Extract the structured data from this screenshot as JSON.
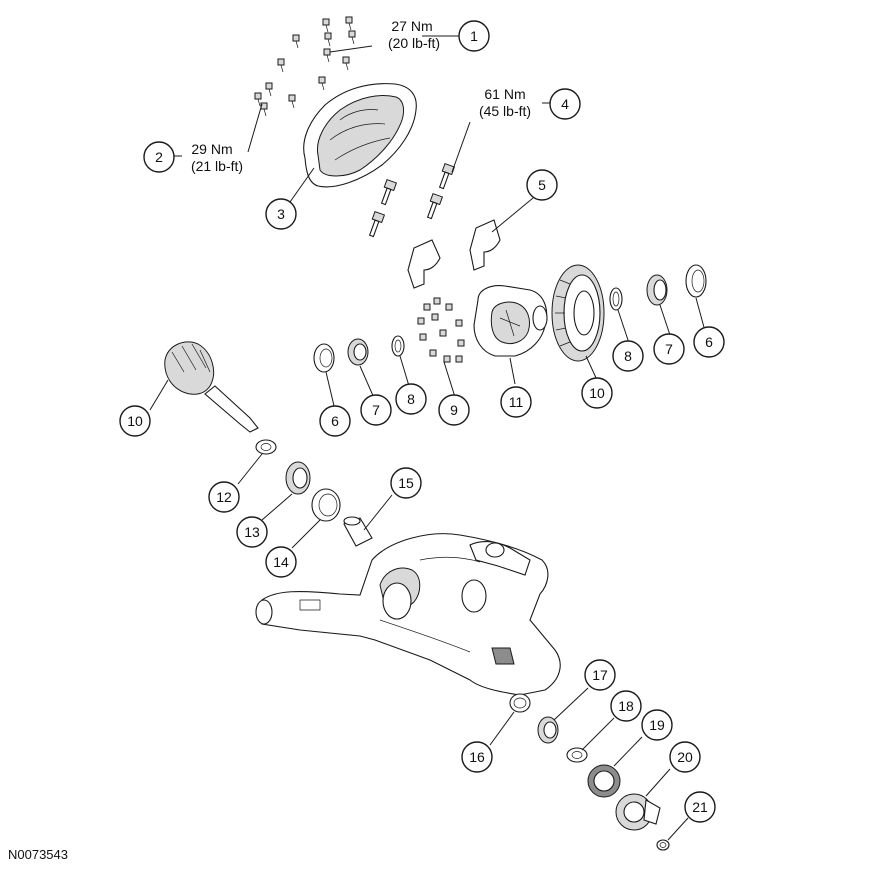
{
  "figure_id": "N0073543",
  "callouts": [
    "1",
    "2",
    "3",
    "4",
    "5",
    "6",
    "6",
    "7",
    "7",
    "8",
    "8",
    "9",
    "10",
    "10",
    "11",
    "12",
    "13",
    "14",
    "15",
    "16",
    "17",
    "18",
    "19",
    "20",
    "21"
  ],
  "torque_specs": [
    {
      "callout": "1",
      "metric": "27 Nm",
      "imperial": "(20 lb-ft)"
    },
    {
      "callout": "2",
      "metric": "29 Nm",
      "imperial": "(21 lb-ft)"
    },
    {
      "callout": "4",
      "metric": "61 Nm",
      "imperial": "(45 lb-ft)"
    }
  ]
}
